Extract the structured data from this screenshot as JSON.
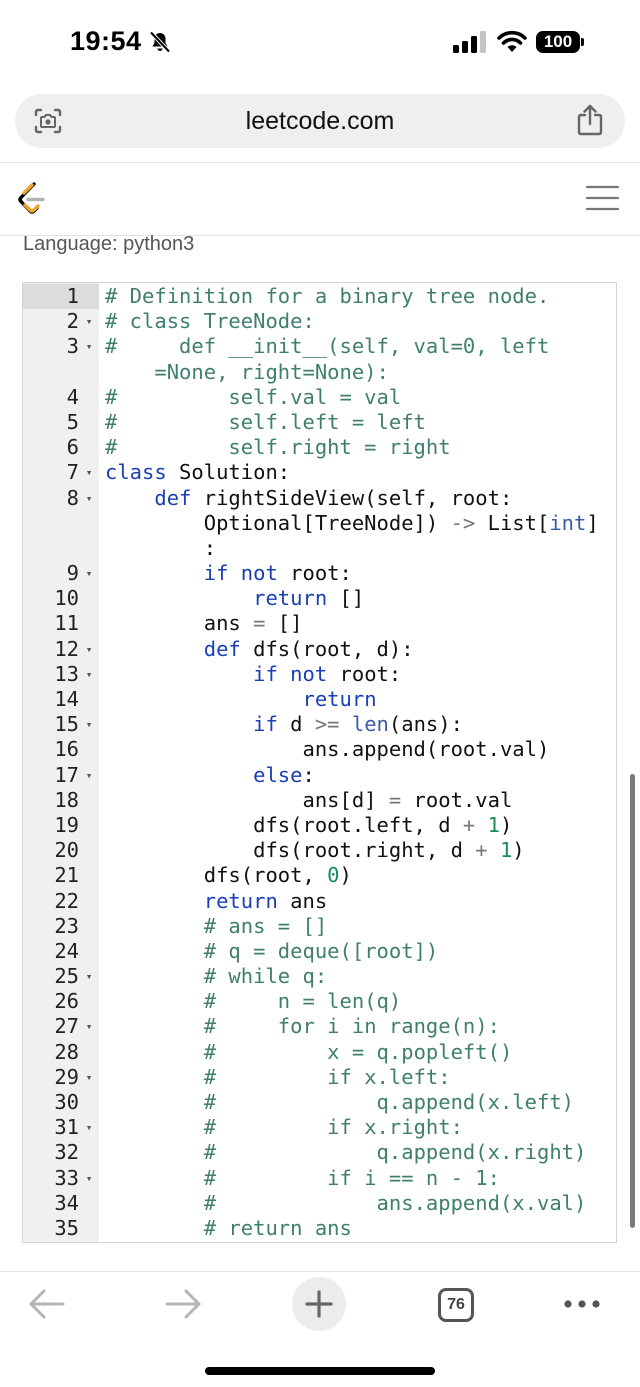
{
  "status_bar": {
    "time": "19:54",
    "battery": "100",
    "icons": [
      "bell-slash-icon",
      "signal-icon",
      "wifi-icon",
      "battery-icon"
    ]
  },
  "browser": {
    "url": "leetcode.com",
    "icons": [
      "camera-search-icon",
      "share-icon"
    ]
  },
  "site_header": {
    "icons": [
      "leetcode-logo-icon",
      "hamburger-menu-icon"
    ]
  },
  "language_label": "Language: python3",
  "editor": {
    "lines": [
      {
        "n": "1",
        "fold": false,
        "code": [
          [
            "c",
            "# Definition for a binary tree node."
          ]
        ]
      },
      {
        "n": "2",
        "fold": true,
        "code": [
          [
            "c",
            "# class TreeNode:"
          ]
        ]
      },
      {
        "n": "3",
        "fold": true,
        "code": [
          [
            "c",
            "#     def __init__(self, val=0, left"
          ]
        ]
      },
      {
        "n": "",
        "fold": false,
        "code": [
          [
            "c",
            "    =None, right=None):"
          ]
        ]
      },
      {
        "n": "4",
        "fold": false,
        "code": [
          [
            "c",
            "#         self.val = val"
          ]
        ]
      },
      {
        "n": "5",
        "fold": false,
        "code": [
          [
            "c",
            "#         self.left = left"
          ]
        ]
      },
      {
        "n": "6",
        "fold": false,
        "code": [
          [
            "c",
            "#         self.right = right"
          ]
        ]
      },
      {
        "n": "7",
        "fold": true,
        "code": [
          [
            "k",
            "class"
          ],
          [
            "t",
            " Solution:"
          ]
        ]
      },
      {
        "n": "8",
        "fold": true,
        "code": [
          [
            "t",
            "    "
          ],
          [
            "k",
            "def"
          ],
          [
            "t",
            " rightSideView(self, root:"
          ]
        ]
      },
      {
        "n": "",
        "fold": false,
        "code": [
          [
            "t",
            "        Optional[TreeNode]) "
          ],
          [
            "o",
            "->"
          ],
          [
            "t",
            " List["
          ],
          [
            "b",
            "int"
          ],
          [
            "t",
            "]"
          ]
        ]
      },
      {
        "n": "",
        "fold": false,
        "code": [
          [
            "t",
            "        :"
          ]
        ]
      },
      {
        "n": "9",
        "fold": true,
        "code": [
          [
            "t",
            "        "
          ],
          [
            "k",
            "if not"
          ],
          [
            "t",
            " root:"
          ]
        ]
      },
      {
        "n": "10",
        "fold": false,
        "code": [
          [
            "t",
            "            "
          ],
          [
            "k",
            "return"
          ],
          [
            "t",
            " []"
          ]
        ]
      },
      {
        "n": "11",
        "fold": false,
        "code": [
          [
            "t",
            "        ans "
          ],
          [
            "o",
            "="
          ],
          [
            "t",
            " []"
          ]
        ]
      },
      {
        "n": "12",
        "fold": true,
        "code": [
          [
            "t",
            "        "
          ],
          [
            "k",
            "def"
          ],
          [
            "t",
            " dfs(root, d):"
          ]
        ]
      },
      {
        "n": "13",
        "fold": true,
        "code": [
          [
            "t",
            "            "
          ],
          [
            "k",
            "if not"
          ],
          [
            "t",
            " root:"
          ]
        ]
      },
      {
        "n": "14",
        "fold": false,
        "code": [
          [
            "t",
            "                "
          ],
          [
            "k",
            "return"
          ]
        ]
      },
      {
        "n": "15",
        "fold": true,
        "code": [
          [
            "t",
            "            "
          ],
          [
            "k",
            "if"
          ],
          [
            "t",
            " d "
          ],
          [
            "o",
            ">="
          ],
          [
            "t",
            " "
          ],
          [
            "b",
            "len"
          ],
          [
            "t",
            "(ans):"
          ]
        ]
      },
      {
        "n": "16",
        "fold": false,
        "code": [
          [
            "t",
            "                ans.append(root.val)"
          ]
        ]
      },
      {
        "n": "17",
        "fold": true,
        "code": [
          [
            "t",
            "            "
          ],
          [
            "k",
            "else"
          ],
          [
            "t",
            ":"
          ]
        ]
      },
      {
        "n": "18",
        "fold": false,
        "code": [
          [
            "t",
            "                ans[d] "
          ],
          [
            "o",
            "="
          ],
          [
            "t",
            " root.val"
          ]
        ]
      },
      {
        "n": "19",
        "fold": false,
        "code": [
          [
            "t",
            "            dfs(root.left, d "
          ],
          [
            "o",
            "+"
          ],
          [
            "t",
            " "
          ],
          [
            "n",
            "1"
          ],
          [
            "t",
            ")"
          ]
        ]
      },
      {
        "n": "20",
        "fold": false,
        "code": [
          [
            "t",
            "            dfs(root.right, d "
          ],
          [
            "o",
            "+"
          ],
          [
            "t",
            " "
          ],
          [
            "n",
            "1"
          ],
          [
            "t",
            ")"
          ]
        ]
      },
      {
        "n": "21",
        "fold": false,
        "code": [
          [
            "t",
            "        dfs(root, "
          ],
          [
            "n",
            "0"
          ],
          [
            "t",
            ")"
          ]
        ]
      },
      {
        "n": "22",
        "fold": false,
        "code": [
          [
            "t",
            "        "
          ],
          [
            "k",
            "return"
          ],
          [
            "t",
            " ans"
          ]
        ]
      },
      {
        "n": "23",
        "fold": false,
        "code": [
          [
            "t",
            "        "
          ],
          [
            "c",
            "# ans = []"
          ]
        ]
      },
      {
        "n": "24",
        "fold": false,
        "code": [
          [
            "t",
            "        "
          ],
          [
            "c",
            "# q = deque([root])"
          ]
        ]
      },
      {
        "n": "25",
        "fold": true,
        "code": [
          [
            "t",
            "        "
          ],
          [
            "c",
            "# while q:"
          ]
        ]
      },
      {
        "n": "26",
        "fold": false,
        "code": [
          [
            "t",
            "        "
          ],
          [
            "c",
            "#     n = len(q)"
          ]
        ]
      },
      {
        "n": "27",
        "fold": true,
        "code": [
          [
            "t",
            "        "
          ],
          [
            "c",
            "#     for i in range(n):"
          ]
        ]
      },
      {
        "n": "28",
        "fold": false,
        "code": [
          [
            "t",
            "        "
          ],
          [
            "c",
            "#         x = q.popleft()"
          ]
        ]
      },
      {
        "n": "29",
        "fold": true,
        "code": [
          [
            "t",
            "        "
          ],
          [
            "c",
            "#         if x.left:"
          ]
        ]
      },
      {
        "n": "30",
        "fold": false,
        "code": [
          [
            "t",
            "        "
          ],
          [
            "c",
            "#             q.append(x.left)"
          ]
        ]
      },
      {
        "n": "31",
        "fold": true,
        "code": [
          [
            "t",
            "        "
          ],
          [
            "c",
            "#         if x.right:"
          ]
        ]
      },
      {
        "n": "32",
        "fold": false,
        "code": [
          [
            "t",
            "        "
          ],
          [
            "c",
            "#             q.append(x.right)"
          ]
        ]
      },
      {
        "n": "33",
        "fold": true,
        "code": [
          [
            "t",
            "        "
          ],
          [
            "c",
            "#         if i == n - 1:"
          ]
        ]
      },
      {
        "n": "34",
        "fold": false,
        "code": [
          [
            "t",
            "        "
          ],
          [
            "c",
            "#             ans.append(x.val)"
          ]
        ]
      },
      {
        "n": "35",
        "fold": false,
        "code": [
          [
            "t",
            "        "
          ],
          [
            "c",
            "# return ans"
          ]
        ]
      }
    ],
    "colors": {
      "comment": "#3f7f6b",
      "keyword": "#1a3fb5",
      "builtin": "#3b5ba8",
      "number": "#1a8c5a",
      "operator": "#777777"
    }
  },
  "toolbar": {
    "tab_count": "76",
    "icons": [
      "back-arrow-icon",
      "forward-arrow-icon",
      "new-tab-plus-icon",
      "tabs-icon",
      "more-dots-icon"
    ]
  }
}
